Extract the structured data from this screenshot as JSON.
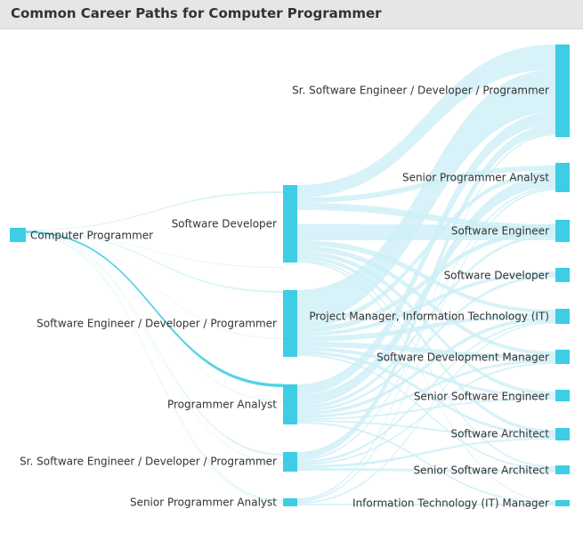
{
  "title": "Common Career Paths for Computer Programmer",
  "colors": {
    "node": "#3ecde4",
    "link": "#cdeff6",
    "highlight": "#4fd0e4",
    "header_bg": "#e6e6e6",
    "title_text": "#333333"
  },
  "source": {
    "id": "cp",
    "label": "Computer Programmer"
  },
  "middle": [
    {
      "id": "m_sd",
      "label": "Software Developer"
    },
    {
      "id": "m_sedp",
      "label": "Software Engineer / Developer / Programmer"
    },
    {
      "id": "m_pa",
      "label": "Programmer Analyst"
    },
    {
      "id": "m_ssedp",
      "label": "Sr. Software Engineer / Developer / Programmer"
    },
    {
      "id": "m_spa",
      "label": "Senior Programmer Analyst"
    }
  ],
  "targets": [
    {
      "id": "t_ssedp",
      "label": "Sr. Software Engineer / Developer / Programmer"
    },
    {
      "id": "t_spa",
      "label": "Senior Programmer Analyst"
    },
    {
      "id": "t_se",
      "label": "Software Engineer"
    },
    {
      "id": "t_sd",
      "label": "Software Developer"
    },
    {
      "id": "t_pmit",
      "label": "Project Manager, Information Technology (IT)"
    },
    {
      "id": "t_sdm",
      "label": "Software Development Manager"
    },
    {
      "id": "t_sse",
      "label": "Senior Software Engineer"
    },
    {
      "id": "t_sa",
      "label": "Software Architect"
    },
    {
      "id": "t_ssa",
      "label": "Senior Software Architect"
    },
    {
      "id": "t_itm",
      "label": "Information Technology (IT) Manager"
    }
  ],
  "highlighted_path": [
    "cp",
    "m_pa"
  ]
}
